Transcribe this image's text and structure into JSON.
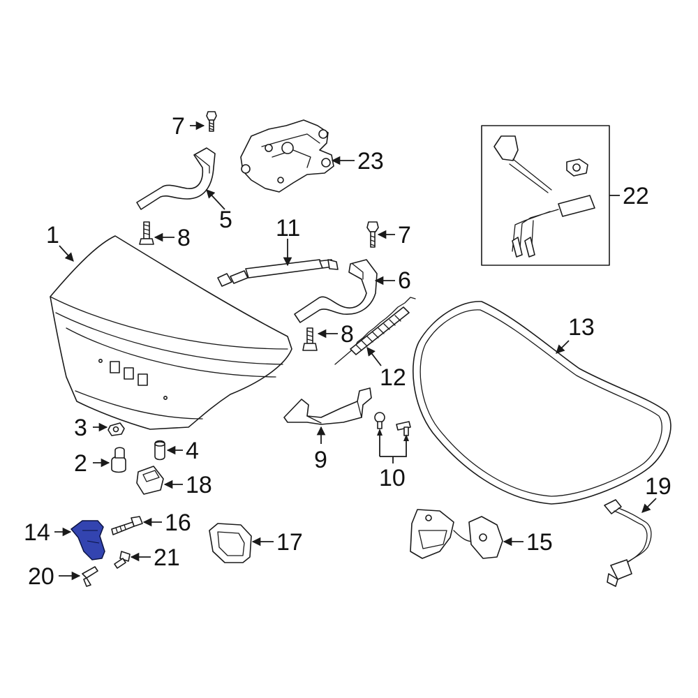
{
  "callouts": {
    "c1": "1",
    "c2": "2",
    "c3": "3",
    "c4": "4",
    "c5": "5",
    "c6": "6",
    "c7a": "7",
    "c7b": "7",
    "c8a": "8",
    "c8b": "8",
    "c9": "9",
    "c10": "10",
    "c11": "11",
    "c12": "12",
    "c13": "13",
    "c14": "14",
    "c15": "15",
    "c16": "16",
    "c17": "17",
    "c18": "18",
    "c19": "19",
    "c20": "20",
    "c21": "21",
    "c22": "22",
    "c23": "23"
  },
  "colors": {
    "highlight": "#3344b0",
    "line": "#1a1a1a",
    "background": "#ffffff"
  }
}
